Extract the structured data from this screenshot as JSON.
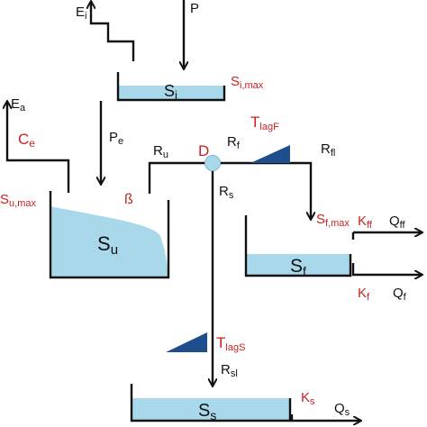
{
  "labels": {
    "ei": {
      "main": "E",
      "sub": "i"
    },
    "p": {
      "main": "P",
      "sub": ""
    },
    "si": {
      "main": "S",
      "sub": "i"
    },
    "si_max": {
      "main": "S",
      "sub": "i,max"
    },
    "ea": {
      "main": "E",
      "sub": "a"
    },
    "ce": {
      "main": "C",
      "sub": "e"
    },
    "pe": {
      "main": "P",
      "sub": "e"
    },
    "ru": {
      "main": "R",
      "sub": "u"
    },
    "d": {
      "main": "D",
      "sub": ""
    },
    "rf": {
      "main": "R",
      "sub": "f"
    },
    "tlagf": {
      "main": "T",
      "sub": "lagF"
    },
    "rfl": {
      "main": "R",
      "sub": "fl"
    },
    "su_max": {
      "main": "S",
      "sub": "u,max"
    },
    "beta": {
      "main": "ß",
      "sub": ""
    },
    "rs": {
      "main": "R",
      "sub": "s"
    },
    "sf_max": {
      "main": "S",
      "sub": "f,max"
    },
    "kff": {
      "main": "K",
      "sub": "ff"
    },
    "qff": {
      "main": "Q",
      "sub": "ff"
    },
    "su": {
      "main": "S",
      "sub": "u"
    },
    "sf": {
      "main": "S",
      "sub": "f"
    },
    "kf": {
      "main": "K",
      "sub": "f"
    },
    "qf": {
      "main": "Q",
      "sub": "f"
    },
    "tlags": {
      "main": "T",
      "sub": "lagS"
    },
    "rsl": {
      "main": "R",
      "sub": "sl"
    },
    "ss": {
      "main": "S",
      "sub": "s"
    },
    "ks": {
      "main": "K",
      "sub": "s"
    },
    "qs": {
      "main": "Q",
      "sub": "s"
    }
  },
  "colors": {
    "water": "#a8d8ea",
    "lag_triangle": "#1f4e8c",
    "label_red": "#c8231e",
    "line": "#111111"
  }
}
